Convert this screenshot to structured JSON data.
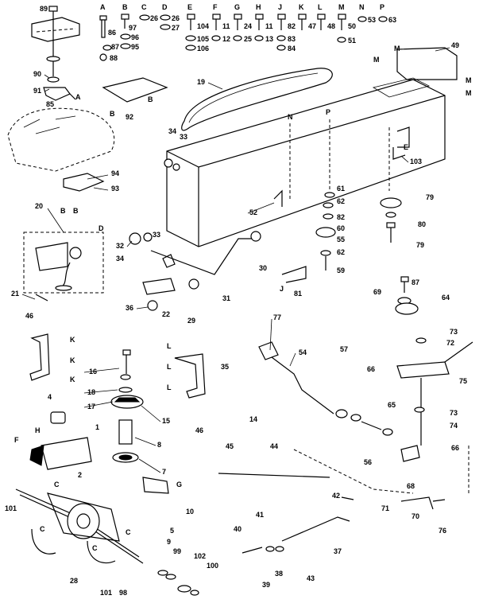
{
  "hardware_key": [
    {
      "letter": "A",
      "parts": [
        "86",
        "88"
      ]
    },
    {
      "letter": "B",
      "parts": [
        "97",
        "96",
        "87",
        "95"
      ]
    },
    {
      "letter": "C",
      "parts": [
        "26"
      ]
    },
    {
      "letter": "D",
      "parts": [
        "26",
        "27"
      ]
    },
    {
      "letter": "E",
      "parts": [
        "104",
        "105",
        "106"
      ]
    },
    {
      "letter": "F",
      "parts": [
        "11",
        "12"
      ]
    },
    {
      "letter": "G",
      "parts": [
        "24",
        "25"
      ]
    },
    {
      "letter": "H",
      "parts": [
        "11",
        "13"
      ]
    },
    {
      "letter": "J",
      "parts": [
        "82",
        "83",
        "84"
      ]
    },
    {
      "letter": "K",
      "parts": [
        "47"
      ]
    },
    {
      "letter": "L",
      "parts": [
        "48"
      ]
    },
    {
      "letter": "M",
      "parts": [
        "50",
        "51"
      ]
    },
    {
      "letter": "N",
      "parts": [
        "53"
      ]
    },
    {
      "letter": "P",
      "parts": [
        "63"
      ]
    }
  ],
  "callouts": [
    {
      "id": "c89",
      "text": "89"
    },
    {
      "id": "c90",
      "text": "90"
    },
    {
      "id": "c91",
      "text": "91"
    },
    {
      "id": "c85",
      "text": "85"
    },
    {
      "id": "c92",
      "text": "92"
    },
    {
      "id": "c19",
      "text": "19"
    },
    {
      "id": "c49",
      "text": "49"
    },
    {
      "id": "c34a",
      "text": "34"
    },
    {
      "id": "c33a",
      "text": "33"
    },
    {
      "id": "c103",
      "text": "103"
    },
    {
      "id": "c94",
      "text": "94"
    },
    {
      "id": "c93",
      "text": "93"
    },
    {
      "id": "c20",
      "text": "20"
    },
    {
      "id": "c52",
      "text": "52"
    },
    {
      "id": "c61",
      "text": "61"
    },
    {
      "id": "c62a",
      "text": "62"
    },
    {
      "id": "c82",
      "text": "82"
    },
    {
      "id": "c60",
      "text": "60"
    },
    {
      "id": "c55",
      "text": "55"
    },
    {
      "id": "c62b",
      "text": "62"
    },
    {
      "id": "c59",
      "text": "59"
    },
    {
      "id": "c79a",
      "text": "79"
    },
    {
      "id": "c80",
      "text": "80"
    },
    {
      "id": "c79b",
      "text": "79"
    },
    {
      "id": "c32",
      "text": "32"
    },
    {
      "id": "c33b",
      "text": "33"
    },
    {
      "id": "c34b",
      "text": "34"
    },
    {
      "id": "c30",
      "text": "30"
    },
    {
      "id": "c21",
      "text": "21"
    },
    {
      "id": "c81",
      "text": "81"
    },
    {
      "id": "c31",
      "text": "31"
    },
    {
      "id": "c36",
      "text": "36"
    },
    {
      "id": "c22",
      "text": "22"
    },
    {
      "id": "c29",
      "text": "29"
    },
    {
      "id": "c87",
      "text": "87"
    },
    {
      "id": "c69",
      "text": "69"
    },
    {
      "id": "c64",
      "text": "64"
    },
    {
      "id": "c46a",
      "text": "46"
    },
    {
      "id": "c77",
      "text": "77"
    },
    {
      "id": "c54",
      "text": "54"
    },
    {
      "id": "c57",
      "text": "57"
    },
    {
      "id": "c73a",
      "text": "73"
    },
    {
      "id": "c72",
      "text": "72"
    },
    {
      "id": "c66",
      "text": "66"
    },
    {
      "id": "c75",
      "text": "75"
    },
    {
      "id": "c16",
      "text": "16"
    },
    {
      "id": "c35",
      "text": "35"
    },
    {
      "id": "c18",
      "text": "18"
    },
    {
      "id": "c17",
      "text": "17"
    },
    {
      "id": "c15",
      "text": "15"
    },
    {
      "id": "c14",
      "text": "14"
    },
    {
      "id": "c46b",
      "text": "46"
    },
    {
      "id": "c65",
      "text": "65"
    },
    {
      "id": "c73b",
      "text": "73"
    },
    {
      "id": "c74",
      "text": "74"
    },
    {
      "id": "c4",
      "text": "4"
    },
    {
      "id": "c1",
      "text": "1"
    },
    {
      "id": "c8",
      "text": "8"
    },
    {
      "id": "c56",
      "text": "56"
    },
    {
      "id": "c2",
      "text": "2"
    },
    {
      "id": "c7",
      "text": "7"
    },
    {
      "id": "c45",
      "text": "45"
    },
    {
      "id": "c44",
      "text": "44"
    },
    {
      "id": "c68",
      "text": "68"
    },
    {
      "id": "c66b",
      "text": "66"
    },
    {
      "id": "c10",
      "text": "10"
    },
    {
      "id": "c42",
      "text": "42"
    },
    {
      "id": "c71",
      "text": "71"
    },
    {
      "id": "c70",
      "text": "70"
    },
    {
      "id": "c76",
      "text": "76"
    },
    {
      "id": "c101a",
      "text": "101"
    },
    {
      "id": "c5",
      "text": "5"
    },
    {
      "id": "c40",
      "text": "40"
    },
    {
      "id": "c41",
      "text": "41"
    },
    {
      "id": "c9",
      "text": "9"
    },
    {
      "id": "c37",
      "text": "37"
    },
    {
      "id": "c99",
      "text": "99"
    },
    {
      "id": "c102",
      "text": "102"
    },
    {
      "id": "c100",
      "text": "100"
    },
    {
      "id": "c38",
      "text": "38"
    },
    {
      "id": "c43",
      "text": "43"
    },
    {
      "id": "c39",
      "text": "39"
    },
    {
      "id": "c28",
      "text": "28"
    },
    {
      "id": "c101b",
      "text": "101"
    },
    {
      "id": "c98",
      "text": "98"
    }
  ],
  "ref_letters": [
    {
      "id": "rA1",
      "text": "A"
    },
    {
      "id": "rB1",
      "text": "B"
    },
    {
      "id": "rB2",
      "text": "B"
    },
    {
      "id": "rM1",
      "text": "M"
    },
    {
      "id": "rM2",
      "text": "M"
    },
    {
      "id": "rM3",
      "text": "M"
    },
    {
      "id": "rM4",
      "text": "M"
    },
    {
      "id": "rN",
      "text": "N"
    },
    {
      "id": "rP",
      "text": "P"
    },
    {
      "id": "rE",
      "text": "E"
    },
    {
      "id": "rB3",
      "text": "B"
    },
    {
      "id": "rB4",
      "text": "B"
    },
    {
      "id": "rD",
      "text": "D"
    },
    {
      "id": "rJ",
      "text": "J"
    },
    {
      "id": "rK1",
      "text": "K"
    },
    {
      "id": "rK2",
      "text": "K"
    },
    {
      "id": "rK3",
      "text": "K"
    },
    {
      "id": "rL1",
      "text": "L"
    },
    {
      "id": "rL2",
      "text": "L"
    },
    {
      "id": "rL3",
      "text": "L"
    },
    {
      "id": "rF",
      "text": "F"
    },
    {
      "id": "rH",
      "text": "H"
    },
    {
      "id": "rC1",
      "text": "C"
    },
    {
      "id": "rG",
      "text": "G"
    },
    {
      "id": "rC2",
      "text": "C"
    },
    {
      "id": "rC3",
      "text": "C"
    },
    {
      "id": "rC4",
      "text": "C"
    }
  ]
}
